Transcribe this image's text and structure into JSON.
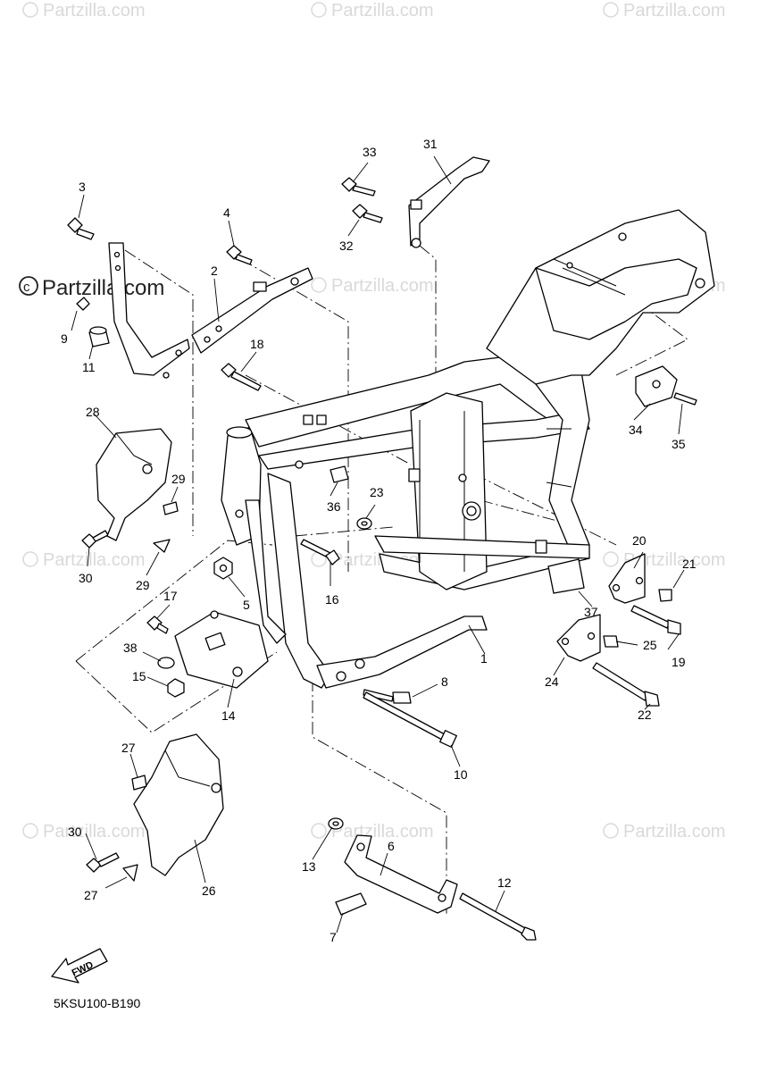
{
  "watermark": {
    "text": "Partzilla.com",
    "brand_line": "Partzilla.com"
  },
  "diagram_code": "5KSU100-B190",
  "fwd_label": "FWD",
  "callouts": [
    {
      "id": "1",
      "label": "1"
    },
    {
      "id": "2",
      "label": "2"
    },
    {
      "id": "3",
      "label": "3"
    },
    {
      "id": "4",
      "label": "4"
    },
    {
      "id": "5",
      "label": "5"
    },
    {
      "id": "6",
      "label": "6"
    },
    {
      "id": "7",
      "label": "7"
    },
    {
      "id": "8",
      "label": "8"
    },
    {
      "id": "9",
      "label": "9"
    },
    {
      "id": "10",
      "label": "10"
    },
    {
      "id": "11",
      "label": "11"
    },
    {
      "id": "12",
      "label": "12"
    },
    {
      "id": "13",
      "label": "13"
    },
    {
      "id": "14",
      "label": "14"
    },
    {
      "id": "15",
      "label": "15"
    },
    {
      "id": "16",
      "label": "16"
    },
    {
      "id": "17",
      "label": "17"
    },
    {
      "id": "18",
      "label": "18"
    },
    {
      "id": "19",
      "label": "19"
    },
    {
      "id": "20",
      "label": "20"
    },
    {
      "id": "21",
      "label": "21"
    },
    {
      "id": "22",
      "label": "22"
    },
    {
      "id": "23",
      "label": "23"
    },
    {
      "id": "24",
      "label": "24"
    },
    {
      "id": "25",
      "label": "25"
    },
    {
      "id": "26",
      "label": "26"
    },
    {
      "id": "27a",
      "label": "27"
    },
    {
      "id": "27b",
      "label": "27"
    },
    {
      "id": "28",
      "label": "28"
    },
    {
      "id": "29a",
      "label": "29"
    },
    {
      "id": "29b",
      "label": "29"
    },
    {
      "id": "30a",
      "label": "30"
    },
    {
      "id": "30b",
      "label": "30"
    },
    {
      "id": "31",
      "label": "31"
    },
    {
      "id": "32",
      "label": "32"
    },
    {
      "id": "33",
      "label": "33"
    },
    {
      "id": "34",
      "label": "34"
    },
    {
      "id": "35",
      "label": "35"
    },
    {
      "id": "36",
      "label": "36"
    },
    {
      "id": "37",
      "label": "37"
    },
    {
      "id": "38",
      "label": "38"
    }
  ]
}
